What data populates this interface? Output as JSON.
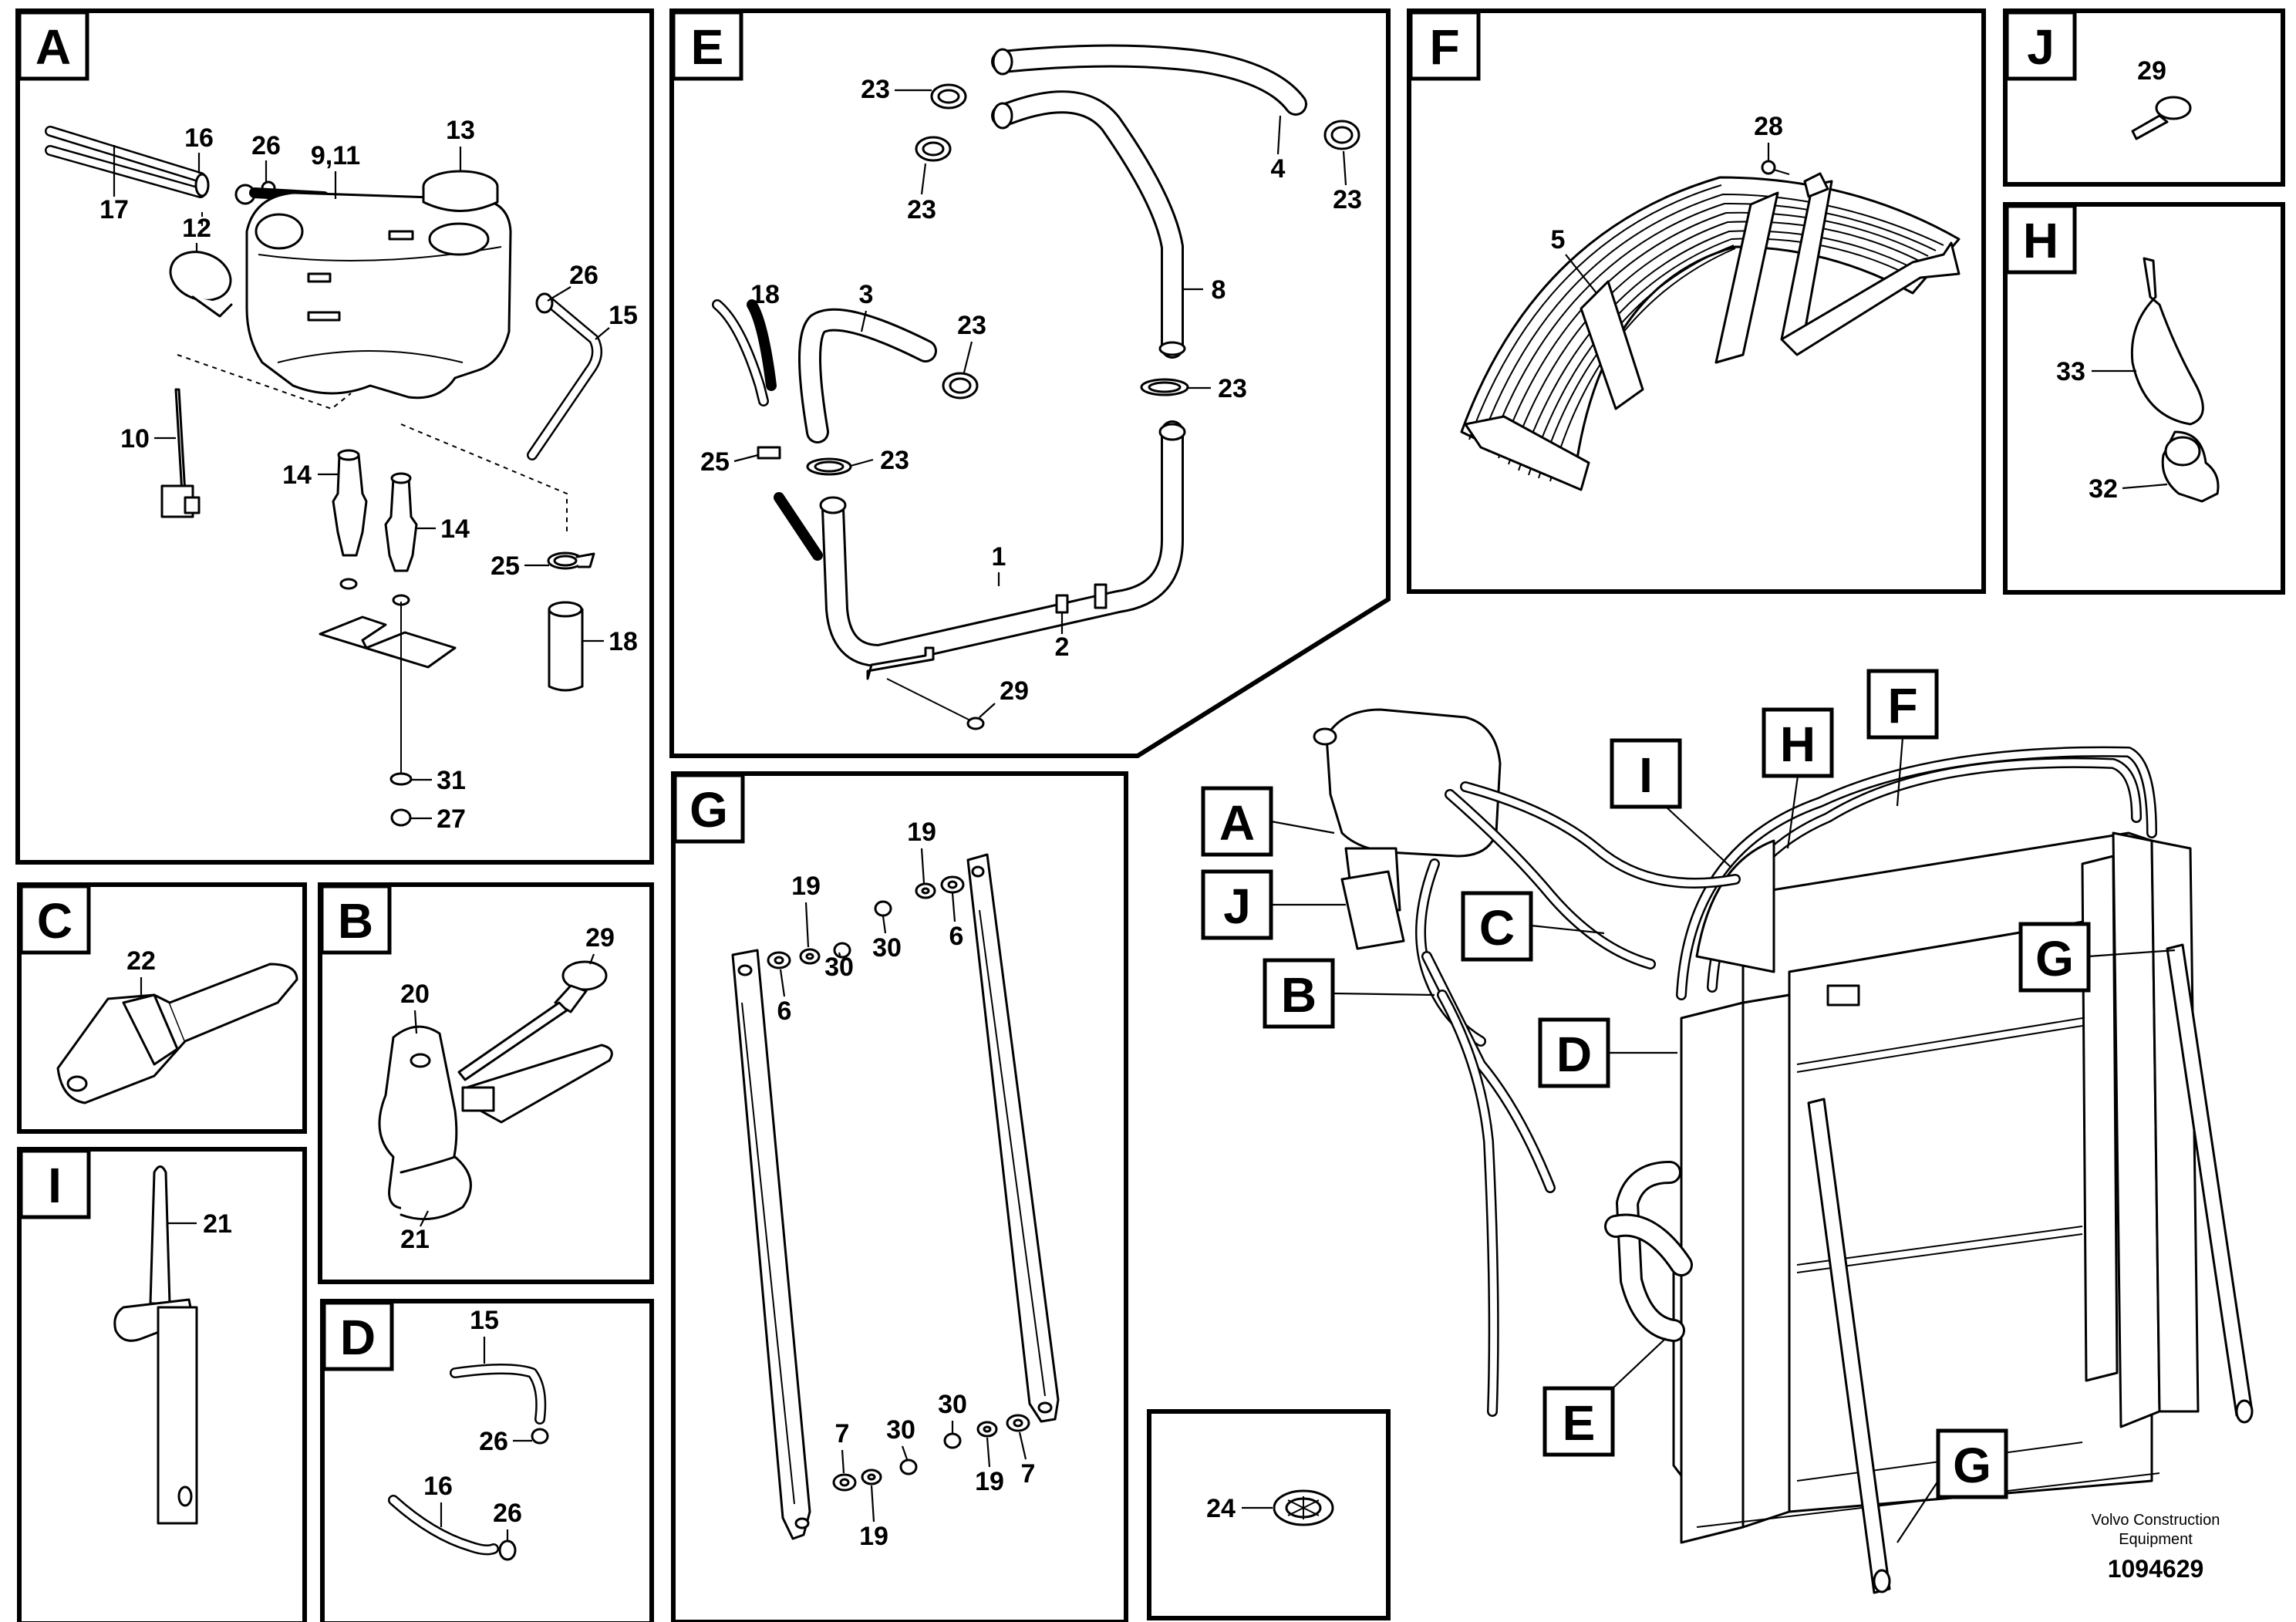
{
  "panels": {
    "A": {
      "label": "A",
      "items": {
        "16": "16",
        "26a": "26",
        "911": "9,11",
        "13": "13",
        "17": "17",
        "12": "12",
        "26b": "26",
        "15": "15",
        "10": "10",
        "14a": "14",
        "14b": "14",
        "25": "25",
        "18": "18",
        "31": "31",
        "27": "27"
      }
    },
    "E": {
      "label": "E",
      "items": {
        "23a": "23",
        "23b": "23",
        "4": "4",
        "23c": "23",
        "8": "8",
        "18": "18",
        "3": "3",
        "23d": "23",
        "23e": "23",
        "25": "25",
        "23f": "23",
        "1": "1",
        "2": "2",
        "29": "29"
      }
    },
    "F": {
      "label": "F",
      "items": {
        "28": "28",
        "5": "5"
      }
    },
    "J": {
      "label": "J",
      "items": {
        "29": "29"
      }
    },
    "H": {
      "label": "H",
      "items": {
        "33": "33",
        "32": "32"
      }
    },
    "C": {
      "label": "C",
      "items": {
        "22": "22"
      }
    },
    "B": {
      "label": "B",
      "items": {
        "29": "29",
        "20": "20",
        "21": "21"
      }
    },
    "I": {
      "label": "I",
      "items": {
        "21": "21"
      }
    },
    "D": {
      "label": "D",
      "items": {
        "15": "15",
        "26a": "26",
        "16": "16",
        "26b": "26"
      }
    },
    "G": {
      "label": "G",
      "items": {
        "19a": "19",
        "19b": "19",
        "6a": "6",
        "30a": "30",
        "30b": "30",
        "6b": "6",
        "30c": "30",
        "7a": "7",
        "30d": "30",
        "19c": "19",
        "7b": "7",
        "19d": "19"
      }
    },
    "P24": {
      "items": {
        "24": "24"
      }
    }
  },
  "overview": {
    "callouts": [
      "A",
      "J",
      "B",
      "C",
      "D",
      "E",
      "I",
      "H",
      "F",
      "G",
      "G"
    ]
  },
  "footer": {
    "credit_line1": "Volvo Construction",
    "credit_line2": "Equipment",
    "doc_number": "1094629"
  }
}
